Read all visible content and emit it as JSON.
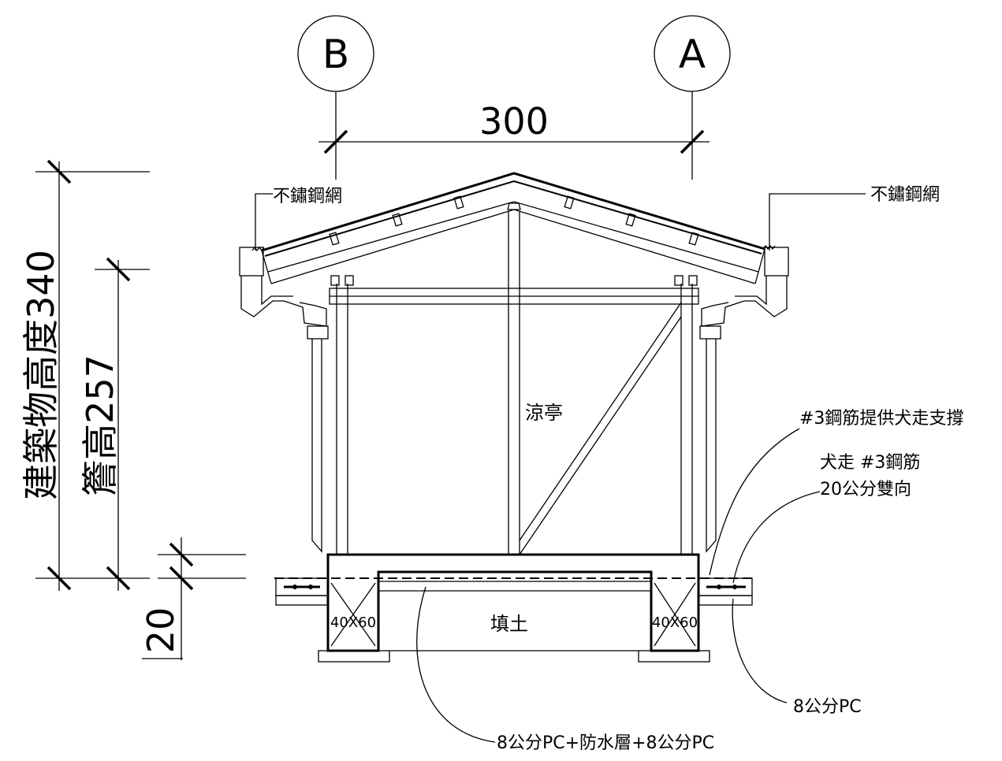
{
  "grid": {
    "left_label": "B",
    "right_label": "A"
  },
  "dimensions": {
    "span": "300",
    "building_height": "建築物高度340",
    "eave_height": "簷高257",
    "plinth": "20"
  },
  "labels": {
    "mesh_left": "不鏽鋼網",
    "mesh_right": "不鏽鋼網",
    "pavilion": "涼亭",
    "rebar_support": "#3鋼筋提供犬走支撐",
    "walkway_rebar_1": "犬走 #3鋼筋",
    "walkway_rebar_2": "20公分雙向",
    "beam_left": "40X60",
    "beam_right": "40X60",
    "fill": "填土",
    "pc_right": "8公分PC",
    "pc_bottom": "8公分PC+防水層+8公分PC"
  }
}
